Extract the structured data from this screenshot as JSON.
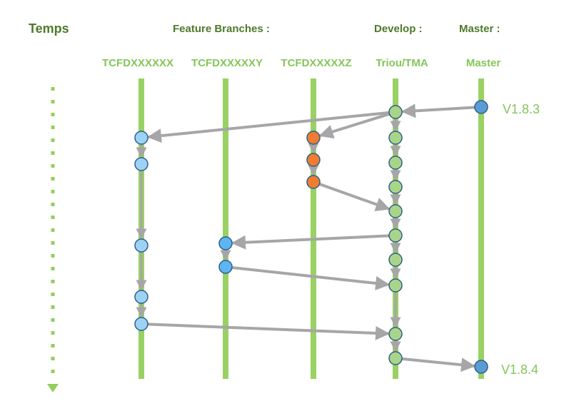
{
  "headers": {
    "temps": "Temps",
    "feature": "Feature Branches :",
    "develop": "Develop :",
    "master": "Master :"
  },
  "columns": [
    {
      "id": "tcfdx",
      "label": "TCFDXXXXXX"
    },
    {
      "id": "tcfdy",
      "label": "TCFDXXXXXY"
    },
    {
      "id": "tcfdz",
      "label": "TCFDXXXXXZ"
    },
    {
      "id": "develop",
      "label": "Triou/TMA"
    },
    {
      "id": "master",
      "label": "Master"
    }
  ],
  "versions": {
    "top": "V1.8.3",
    "bottom": "V1.8.4"
  },
  "colors": {
    "branch_line": "#99d164",
    "arrow": "#a7a5a8",
    "node_blue_light": "#9dd2f7",
    "node_blue": "#5eb5f2",
    "node_orange": "#ef7c31",
    "node_green": "#a9d58a",
    "node_master": "#5b9bd5",
    "node_stroke": "#2f5f86",
    "timeline": "#92cf5c"
  },
  "nodes": [
    {
      "id": "m1",
      "branch": "master",
      "t": 0,
      "style": "master"
    },
    {
      "id": "d1",
      "branch": "develop",
      "t": 1,
      "style": "green"
    },
    {
      "id": "d2",
      "branch": "develop",
      "t": 2,
      "style": "green"
    },
    {
      "id": "d3",
      "branch": "develop",
      "t": 3,
      "style": "green"
    },
    {
      "id": "d4",
      "branch": "develop",
      "t": 4,
      "style": "green"
    },
    {
      "id": "d5",
      "branch": "develop",
      "t": 5,
      "style": "green"
    },
    {
      "id": "d6",
      "branch": "develop",
      "t": 6,
      "style": "green"
    },
    {
      "id": "d7",
      "branch": "develop",
      "t": 7,
      "style": "green"
    },
    {
      "id": "d8",
      "branch": "develop",
      "t": 8,
      "style": "green"
    },
    {
      "id": "d9",
      "branch": "develop",
      "t": 9,
      "style": "green"
    },
    {
      "id": "d10",
      "branch": "develop",
      "t": 10,
      "style": "green"
    },
    {
      "id": "x1",
      "branch": "tcfdx",
      "t": 1,
      "style": "blue_light"
    },
    {
      "id": "x2",
      "branch": "tcfdx",
      "t": 2,
      "style": "blue_light"
    },
    {
      "id": "x3",
      "branch": "tcfdx",
      "t": 3,
      "style": "blue_light"
    },
    {
      "id": "x4",
      "branch": "tcfdx",
      "t": 4,
      "style": "blue_light"
    },
    {
      "id": "x5",
      "branch": "tcfdx",
      "t": 5,
      "style": "blue_light"
    },
    {
      "id": "y1",
      "branch": "tcfdy",
      "t": 1,
      "style": "blue"
    },
    {
      "id": "y2",
      "branch": "tcfdy",
      "t": 2,
      "style": "blue"
    },
    {
      "id": "z1",
      "branch": "tcfdz",
      "t": 1,
      "style": "orange"
    },
    {
      "id": "z2",
      "branch": "tcfdz",
      "t": 2,
      "style": "orange"
    },
    {
      "id": "z3",
      "branch": "tcfdz",
      "t": 3,
      "style": "orange"
    },
    {
      "id": "m2",
      "branch": "master",
      "t": 11,
      "style": "master"
    }
  ],
  "edges": [
    {
      "from": "m1",
      "to": "d1"
    },
    {
      "from": "d1",
      "to": "x1"
    },
    {
      "from": "d1",
      "to": "z1"
    },
    {
      "from": "z1",
      "to": "z2"
    },
    {
      "from": "z2",
      "to": "z3"
    },
    {
      "from": "z3",
      "to": "d5"
    },
    {
      "from": "d1",
      "to": "d2"
    },
    {
      "from": "d2",
      "to": "d3"
    },
    {
      "from": "d3",
      "to": "d4"
    },
    {
      "from": "d4",
      "to": "d5"
    },
    {
      "from": "d5",
      "to": "d6"
    },
    {
      "from": "d6",
      "to": "y1"
    },
    {
      "from": "y1",
      "to": "y2"
    },
    {
      "from": "y2",
      "to": "d8"
    },
    {
      "from": "d6",
      "to": "d7"
    },
    {
      "from": "d7",
      "to": "d8"
    },
    {
      "from": "d8",
      "to": "d9"
    },
    {
      "from": "d9",
      "to": "d10"
    },
    {
      "from": "x1",
      "to": "x2"
    },
    {
      "from": "x2",
      "to": "x3"
    },
    {
      "from": "x3",
      "to": "x4"
    },
    {
      "from": "x4",
      "to": "x5"
    },
    {
      "from": "x5",
      "to": "d9"
    },
    {
      "from": "d10",
      "to": "m2"
    }
  ]
}
